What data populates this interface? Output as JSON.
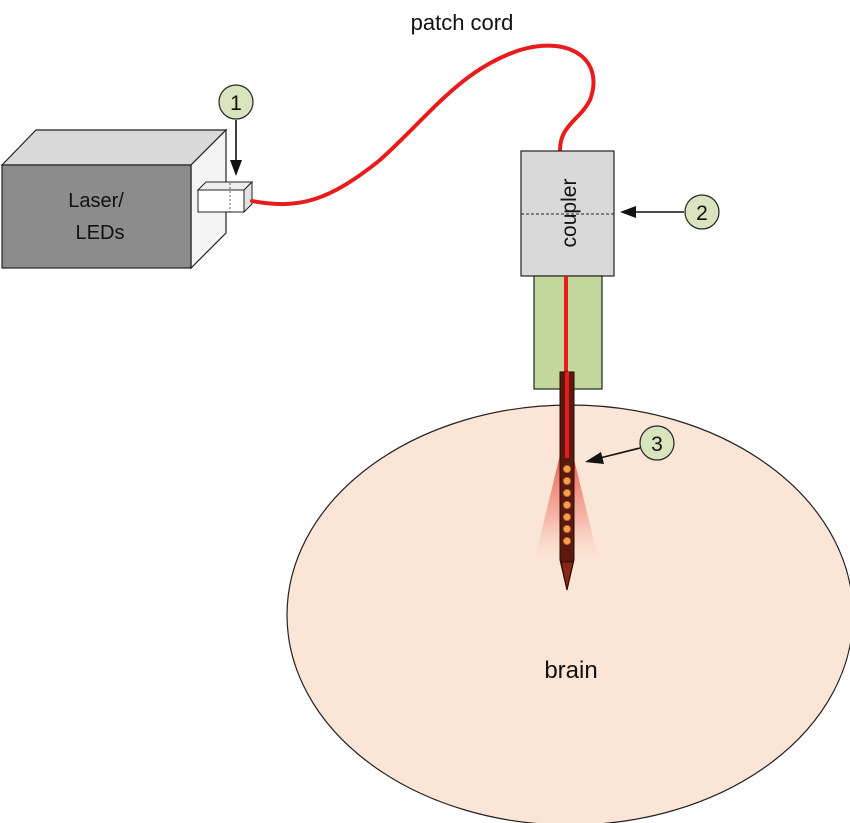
{
  "labels": {
    "patch_cord": "patch cord",
    "laser_line1": "Laser/",
    "laser_line2": "LEDs",
    "coupler": "coupler",
    "brain": "brain"
  },
  "markers": [
    {
      "number": "1"
    },
    {
      "number": "2"
    },
    {
      "number": "3"
    }
  ],
  "colors": {
    "fiber": "#e81c1c",
    "laser_box_front": "#8c8c8c",
    "laser_box_top": "#d9d9d9",
    "laser_box_side": "#f4f4f4",
    "coupler_fill": "#d9d9d9",
    "ferrule_fill": "#c3d69b",
    "marker_fill": "#d7e4bd",
    "brain_fill": "#fbe5d6",
    "probe_fill": "#5a1a10",
    "led_fill": "#f4a050",
    "light_glow": "#e84a3a"
  }
}
